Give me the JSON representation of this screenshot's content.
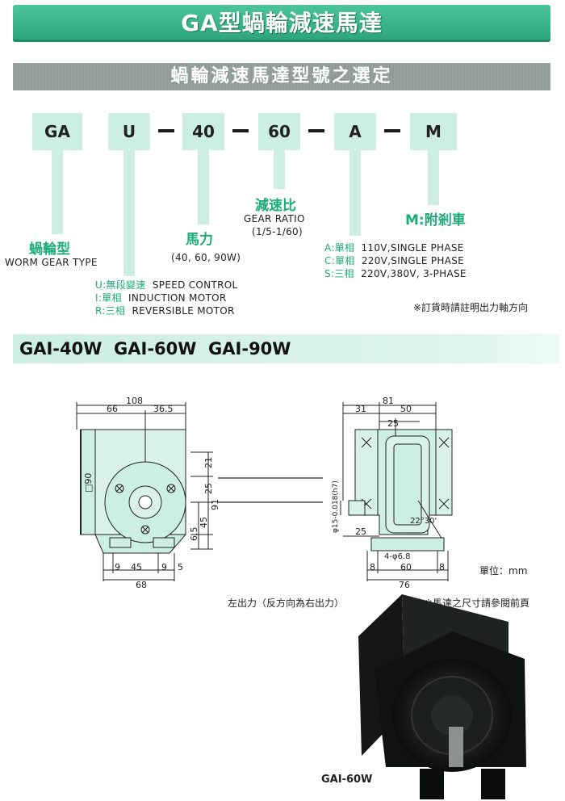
{
  "header": {
    "title": "GA型蝸輪減速馬達"
  },
  "subheader": {
    "title": "蝸輪減速馬達型號之選定"
  },
  "model_code": {
    "boxes": [
      "GA",
      "U",
      "40",
      "60",
      "A",
      "M"
    ],
    "worm_type": {
      "zh": "蝸輪型",
      "en": "WORM GEAR TYPE"
    },
    "horsepower": {
      "zh": "馬力",
      "values": "(40, 60, 90W)"
    },
    "gear_ratio": {
      "zh": "減速比",
      "en": "GEAR RATIO",
      "range": "(1/5-1/60)"
    },
    "brake": {
      "label": "M:附剎車"
    },
    "control": [
      {
        "code": "U:無段變速",
        "desc": "SPEED CONTROL"
      },
      {
        "code": "I:單相",
        "desc": "INDUCTION MOTOR"
      },
      {
        "code": "R:三相",
        "desc": "REVERSIBLE MOTOR"
      }
    ],
    "power": [
      {
        "code": "A:單相",
        "desc": "110V,SINGLE PHASE"
      },
      {
        "code": "C:單相",
        "desc": "220V,SINGLE PHASE"
      },
      {
        "code": "S:三相",
        "desc": "220V,380V, 3-PHASE"
      }
    ],
    "order_note": "※訂貨時請註明出力軸方向"
  },
  "models": {
    "title": "GAI-40W  GAI-60W  GAI-90W"
  },
  "drawing": {
    "front": {
      "d108": "108",
      "d66": "66",
      "d36_5": "36.5",
      "d21": "21",
      "d25": "25",
      "d91": "91",
      "d45v": "45",
      "d6_5": "6.5",
      "sq90": "□90",
      "d9a": "9",
      "d45": "45",
      "d9b": "9",
      "d5": "5",
      "d68": "68"
    },
    "side": {
      "d81": "81",
      "d31": "31",
      "d50": "50",
      "d25a": "25",
      "shaft": "φ15-0.018(h7)",
      "angle": "22°30'",
      "d25b": "25",
      "holes": "4-φ6.8",
      "d8a": "8",
      "d60": "60",
      "d8b": "8",
      "d76": "76"
    },
    "unit": "單位：mm",
    "output_note": "左出力（反方向為右出力）",
    "ref_note": "※馬達之尺寸請參閱前頁"
  },
  "photo": {
    "caption": "GAI-60W"
  },
  "colors": {
    "accent": "#2aa37a",
    "light": "#cdeee3",
    "grey_banner": "#8e9a96",
    "green_text": "#1daa7c"
  }
}
